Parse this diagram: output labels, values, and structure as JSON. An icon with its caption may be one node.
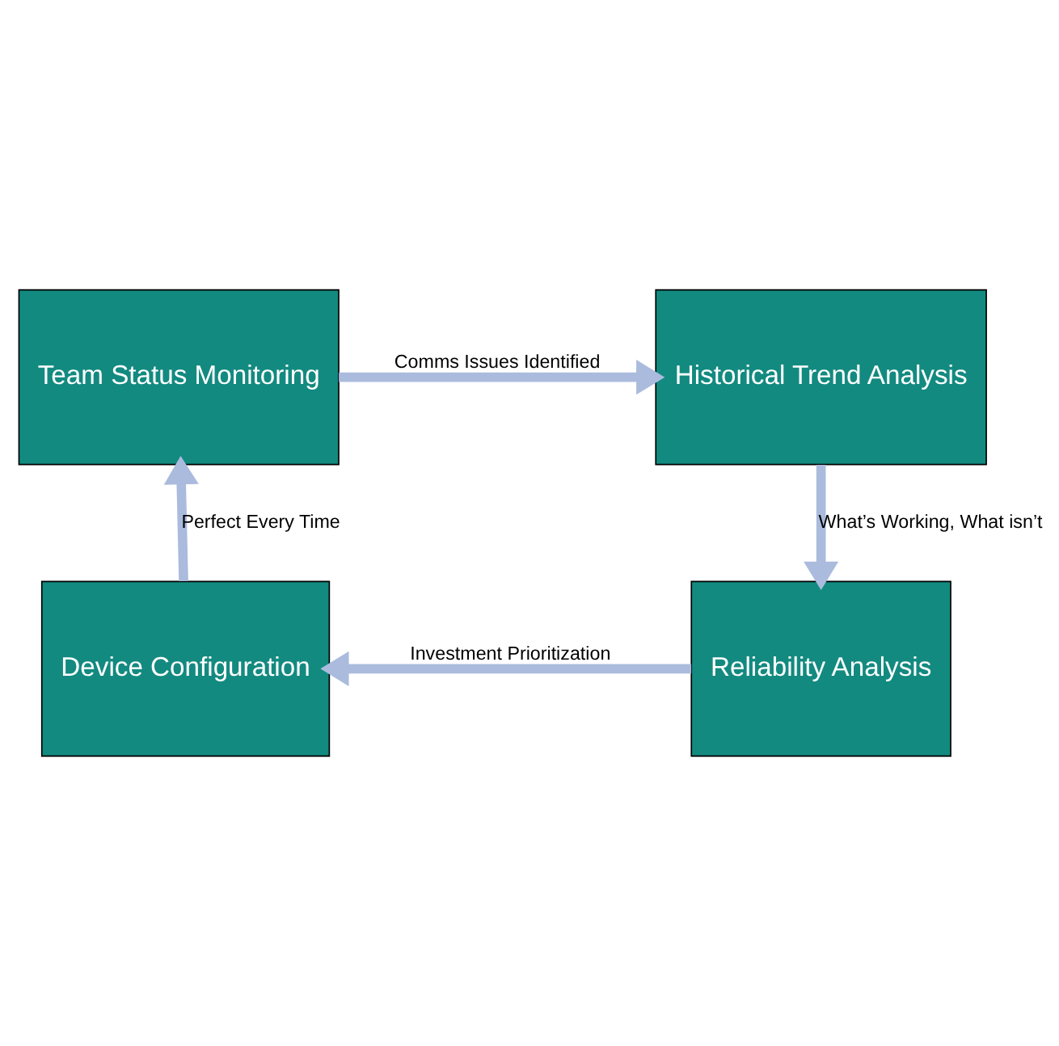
{
  "diagram": {
    "nodes": [
      {
        "text": [
          "Team Status Monitoring"
        ]
      },
      {
        "text": [
          "Historical Trend Analysis"
        ]
      },
      {
        "text": [
          "Device Configuration"
        ]
      },
      {
        "text": [
          "Reliability Analysis"
        ]
      }
    ],
    "edges": [
      {
        "from": 0,
        "to": 1,
        "arrow": "to",
        "label": "Comms Issues Identified"
      },
      {
        "from": 1,
        "to": 3,
        "arrow": "to",
        "label": "What’s Working, What isn’t"
      },
      {
        "from": 3,
        "to": 2,
        "arrow": "to",
        "label": "Investment Prioritization"
      },
      {
        "from": 2,
        "to": 0,
        "arrow": "to",
        "label": "Perfect Every Time"
      }
    ]
  }
}
